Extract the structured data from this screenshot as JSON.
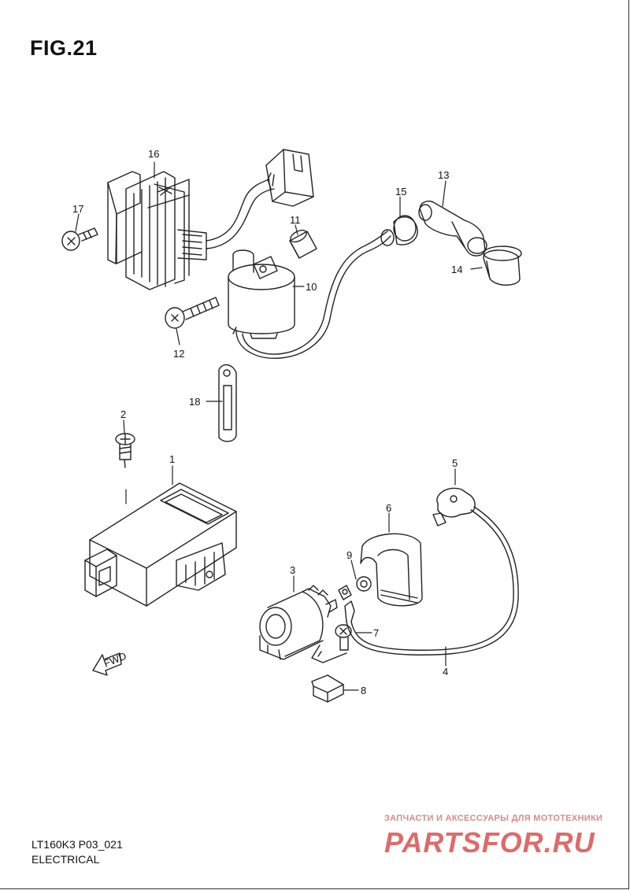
{
  "figure": {
    "title": "FIG.21"
  },
  "parts": [
    {
      "id": "1",
      "label": "1"
    },
    {
      "id": "2",
      "label": "2"
    },
    {
      "id": "3",
      "label": "3"
    },
    {
      "id": "4",
      "label": "4"
    },
    {
      "id": "5",
      "label": "5"
    },
    {
      "id": "6",
      "label": "6"
    },
    {
      "id": "7",
      "label": "7"
    },
    {
      "id": "8",
      "label": "8"
    },
    {
      "id": "9",
      "label": "9"
    },
    {
      "id": "10",
      "label": "10"
    },
    {
      "id": "11",
      "label": "11"
    },
    {
      "id": "12",
      "label": "12"
    },
    {
      "id": "13",
      "label": "13"
    },
    {
      "id": "14",
      "label": "14"
    },
    {
      "id": "15",
      "label": "15"
    },
    {
      "id": "16",
      "label": "16"
    },
    {
      "id": "17",
      "label": "17"
    },
    {
      "id": "18",
      "label": "18"
    }
  ],
  "fwd_label": "FWD",
  "footer": {
    "code": "LT160K3 P03_021",
    "section": "ELECTRICAL"
  },
  "watermark": {
    "tagline": "ЗАПЧАСТИ И АКСЕССУАРЫ ДЛЯ МОТОТЕХНИКИ",
    "logo": "PARTSFOR.RU"
  }
}
